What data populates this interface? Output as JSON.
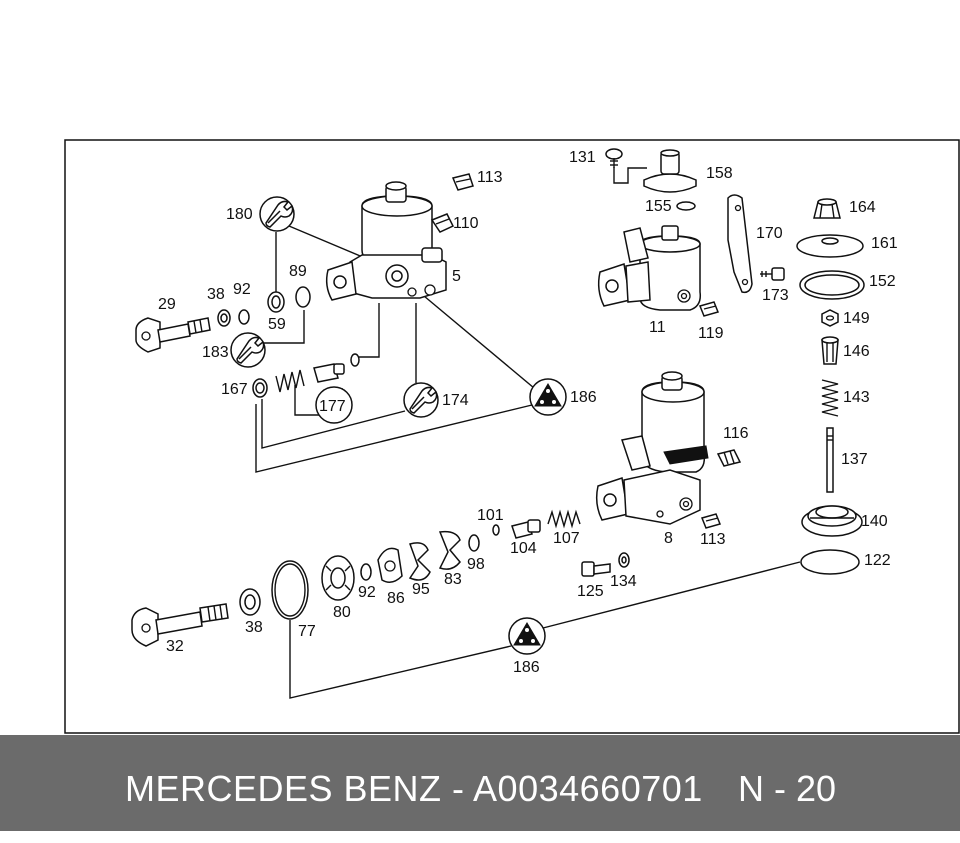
{
  "footer": {
    "part_text": "MERCEDES BENZ - A0034660701",
    "page_text": "N - 20"
  },
  "labels": {
    "l131": "131",
    "l158": "158",
    "l113a": "113",
    "l110": "110",
    "l155": "155",
    "l164": "164",
    "l170": "170",
    "l161": "161",
    "l180": "180",
    "l89": "89",
    "l5": "5",
    "l152": "152",
    "l173": "173",
    "l29": "29",
    "l38a": "38",
    "l92a": "92",
    "l59": "59",
    "l11": "11",
    "l119": "119",
    "l149": "149",
    "l183": "183",
    "l146": "146",
    "l167": "167",
    "l177": "177",
    "l174": "174",
    "l186a": "186",
    "l143": "143",
    "l116": "116",
    "l137": "137",
    "l101": "101",
    "l140": "140",
    "l104": "104",
    "l107": "107",
    "l8": "8",
    "l113b": "113",
    "l122": "122",
    "l98": "98",
    "l83": "83",
    "l95": "95",
    "l92b": "92",
    "l86": "86",
    "l134": "134",
    "l125": "125",
    "l80": "80",
    "l38b": "38",
    "l77": "77",
    "l32": "32",
    "l186b": "186"
  }
}
